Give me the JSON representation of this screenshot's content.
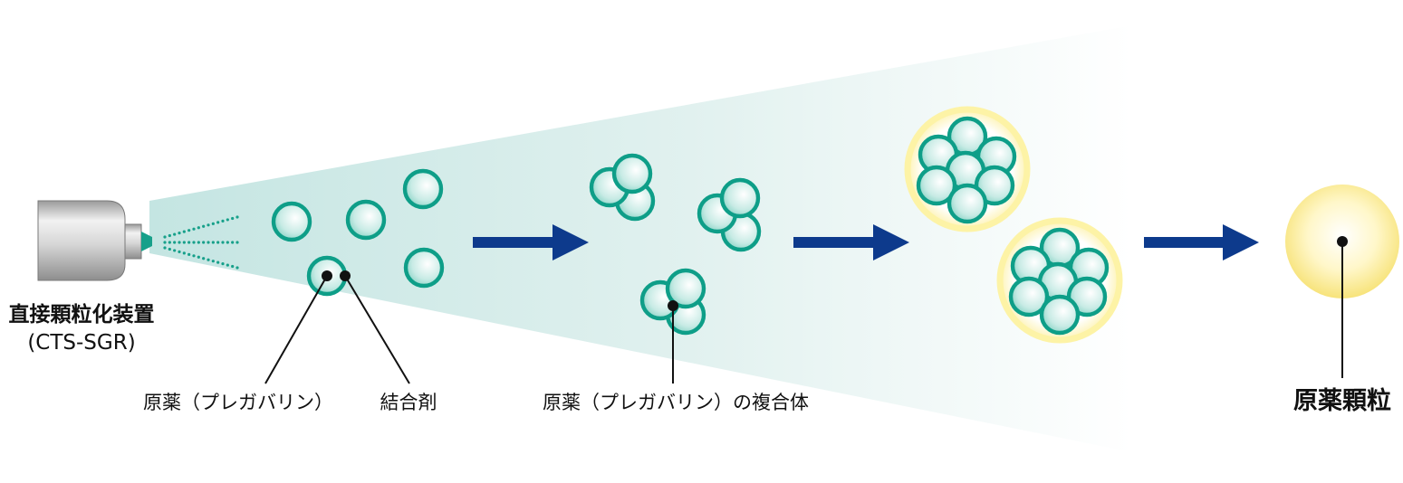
{
  "device": {
    "name": "直接顆粒化装置",
    "model": "(CTS-SGR)"
  },
  "labels": {
    "drug": "原薬（プレガバリン）",
    "binder": "結合剤",
    "composite": "原薬（プレガバリン）の複合体",
    "granule": "原薬顆粒"
  },
  "colors": {
    "particle_fill": "#c9ece6",
    "particle_stroke": "#0e9e88",
    "arrow": "#0d3a8c",
    "spray_cone": "#cfe9e6",
    "coating": "#fdf3a6",
    "granule": "#fbe98a"
  }
}
